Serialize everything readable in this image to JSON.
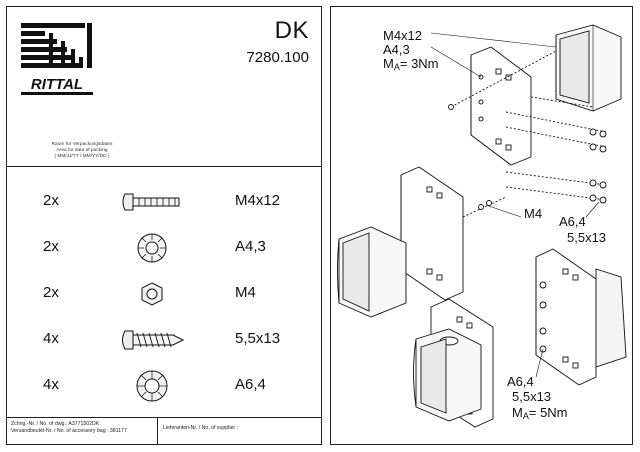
{
  "header": {
    "brand": "RITTAL",
    "product_code": "DK",
    "part_number": "7280.100"
  },
  "packing_note": {
    "line1": "Raum für Verpackungsdaten",
    "line2": "Area for data of packing",
    "line3": "( MM/JJ/TT / MM/YY/DD )"
  },
  "parts": [
    {
      "qty": "2x",
      "spec": "M4x12",
      "icon": "pan-head-screw-icon"
    },
    {
      "qty": "2x",
      "spec": "A4,3",
      "icon": "serrated-lock-washer-icon"
    },
    {
      "qty": "2x",
      "spec": "M4",
      "icon": "hex-nut-icon"
    },
    {
      "qty": "4x",
      "spec": "5,5x13",
      "icon": "self-tapping-screw-icon"
    },
    {
      "qty": "4x",
      "spec": "A6,4",
      "icon": "serrated-lock-washer-large-icon"
    }
  ],
  "footer": {
    "drawing_no": "Zchng.-Nr. / No. of dwg.: A3771502DK",
    "bag_no": "Versandbeutel-Nr. / No. of accessory bag : 381177",
    "supplier": "Lieferanten-Nr. / No. of supplier :"
  },
  "assembly_labels": {
    "top_screw": "M4x12",
    "top_washer": "A4,3",
    "top_torque_prefix": "M",
    "top_torque_sub": "A",
    "top_torque_value": "= 3Nm",
    "mid_nut": "M4",
    "mid_washer": "A6,4",
    "mid_screw": "5,5x13",
    "bot_washer": "A6,4",
    "bot_screw": "5,5x13",
    "bot_torque_prefix": "M",
    "bot_torque_sub": "A",
    "bot_torque_value": "= 5Nm"
  }
}
